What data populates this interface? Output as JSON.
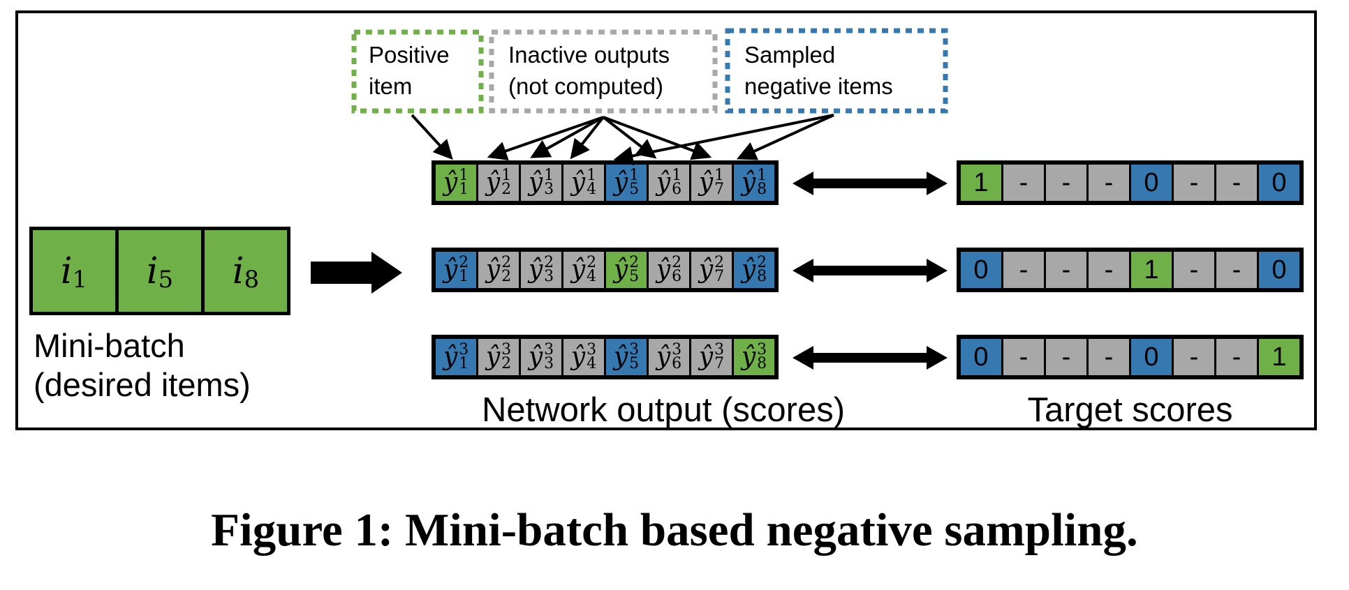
{
  "caption": "Figure 1: Mini-batch based negative sampling.",
  "colors": {
    "positive_green": "#6FB049",
    "negative_blue": "#3579B0",
    "inactive_gray": "#A8A8A8",
    "ink": "#000000",
    "background": "#FFFFFF"
  },
  "legend": {
    "items": [
      {
        "id": "positive",
        "line1": "Positive",
        "line2": "item"
      },
      {
        "id": "inactive",
        "line1": "Inactive outputs",
        "line2": "(not computed)"
      },
      {
        "id": "sampled",
        "line1": "Sampled",
        "line2": "negative items"
      }
    ]
  },
  "minibatch": {
    "label_line1": "Mini-batch",
    "label_line2": "(desired items)",
    "symbol": "i",
    "items": [
      {
        "sub": "1"
      },
      {
        "sub": "5"
      },
      {
        "sub": "8"
      }
    ]
  },
  "network_output": {
    "label": "Network output (scores)",
    "symbol": "ŷ",
    "rows": [
      {
        "cells": [
          {
            "sup": "1",
            "sub": "1",
            "type": "positive"
          },
          {
            "sup": "1",
            "sub": "2",
            "type": "inactive"
          },
          {
            "sup": "1",
            "sub": "3",
            "type": "inactive"
          },
          {
            "sup": "1",
            "sub": "4",
            "type": "inactive"
          },
          {
            "sup": "1",
            "sub": "5",
            "type": "negative"
          },
          {
            "sup": "1",
            "sub": "6",
            "type": "inactive"
          },
          {
            "sup": "1",
            "sub": "7",
            "type": "inactive"
          },
          {
            "sup": "1",
            "sub": "8",
            "type": "negative"
          }
        ]
      },
      {
        "cells": [
          {
            "sup": "2",
            "sub": "1",
            "type": "negative"
          },
          {
            "sup": "2",
            "sub": "2",
            "type": "inactive"
          },
          {
            "sup": "2",
            "sub": "3",
            "type": "inactive"
          },
          {
            "sup": "2",
            "sub": "4",
            "type": "inactive"
          },
          {
            "sup": "2",
            "sub": "5",
            "type": "positive"
          },
          {
            "sup": "2",
            "sub": "6",
            "type": "inactive"
          },
          {
            "sup": "2",
            "sub": "7",
            "type": "inactive"
          },
          {
            "sup": "2",
            "sub": "8",
            "type": "negative"
          }
        ]
      },
      {
        "cells": [
          {
            "sup": "3",
            "sub": "1",
            "type": "negative"
          },
          {
            "sup": "3",
            "sub": "2",
            "type": "inactive"
          },
          {
            "sup": "3",
            "sub": "3",
            "type": "inactive"
          },
          {
            "sup": "3",
            "sub": "4",
            "type": "inactive"
          },
          {
            "sup": "3",
            "sub": "5",
            "type": "negative"
          },
          {
            "sup": "3",
            "sub": "6",
            "type": "inactive"
          },
          {
            "sup": "3",
            "sub": "7",
            "type": "inactive"
          },
          {
            "sup": "3",
            "sub": "8",
            "type": "positive"
          }
        ]
      }
    ]
  },
  "target_scores": {
    "label": "Target scores",
    "rows": [
      {
        "cells": [
          {
            "value": "1",
            "type": "positive"
          },
          {
            "value": "-",
            "type": "inactive"
          },
          {
            "value": "-",
            "type": "inactive"
          },
          {
            "value": "-",
            "type": "inactive"
          },
          {
            "value": "0",
            "type": "negative"
          },
          {
            "value": "-",
            "type": "inactive"
          },
          {
            "value": "-",
            "type": "inactive"
          },
          {
            "value": "0",
            "type": "negative"
          }
        ]
      },
      {
        "cells": [
          {
            "value": "0",
            "type": "negative"
          },
          {
            "value": "-",
            "type": "inactive"
          },
          {
            "value": "-",
            "type": "inactive"
          },
          {
            "value": "-",
            "type": "inactive"
          },
          {
            "value": "1",
            "type": "positive"
          },
          {
            "value": "-",
            "type": "inactive"
          },
          {
            "value": "-",
            "type": "inactive"
          },
          {
            "value": "0",
            "type": "negative"
          }
        ]
      },
      {
        "cells": [
          {
            "value": "0",
            "type": "negative"
          },
          {
            "value": "-",
            "type": "inactive"
          },
          {
            "value": "-",
            "type": "inactive"
          },
          {
            "value": "-",
            "type": "inactive"
          },
          {
            "value": "0",
            "type": "negative"
          },
          {
            "value": "-",
            "type": "inactive"
          },
          {
            "value": "-",
            "type": "inactive"
          },
          {
            "value": "1",
            "type": "positive"
          }
        ]
      }
    ]
  }
}
